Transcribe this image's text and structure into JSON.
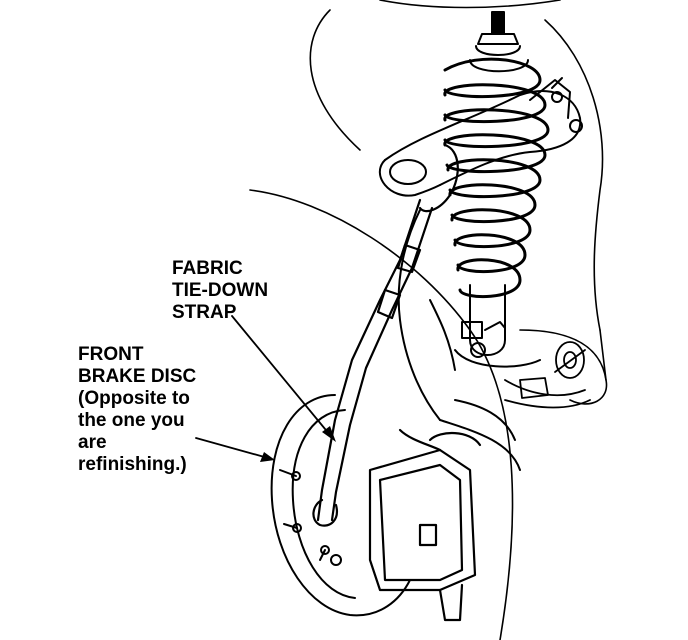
{
  "labels": {
    "strap": {
      "lines": [
        "FABRIC",
        "TIE-DOWN",
        "STRAP"
      ]
    },
    "disc": {
      "lines": [
        "FRONT",
        "BRAKE DISC",
        "(Opposite to",
        "the one you",
        "are",
        "refinishing.)"
      ]
    }
  },
  "colors": {
    "ink": "#000000",
    "background": "#ffffff"
  }
}
